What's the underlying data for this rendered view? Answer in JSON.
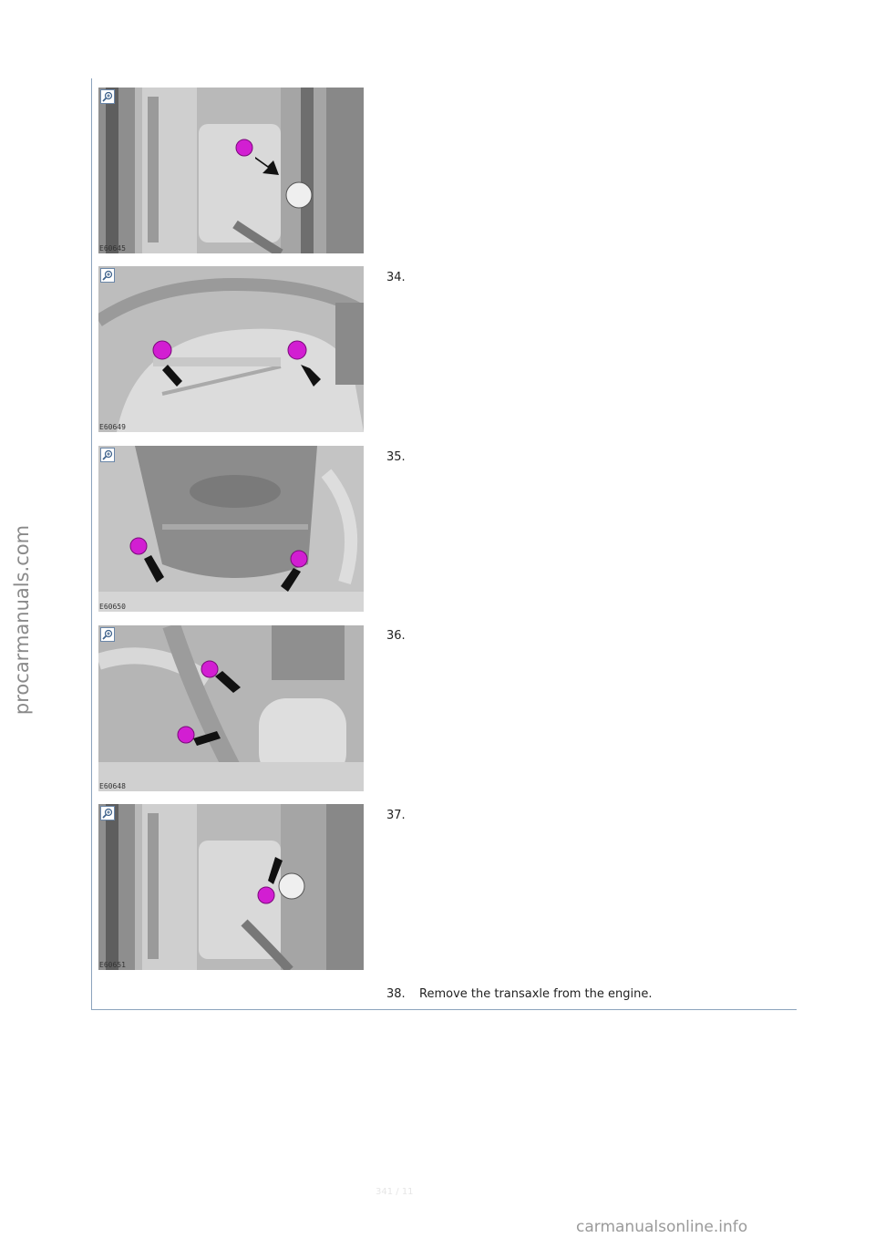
{
  "watermark_side": "procarmanuals.com",
  "watermark_bottom": "carmanualsonline.info",
  "page_number": "341 / 11",
  "figures": [
    {
      "label": "E60645"
    },
    {
      "label": "E60649"
    },
    {
      "label": "E60650"
    },
    {
      "label": "E60648"
    },
    {
      "label": "E60651"
    }
  ],
  "steps": [
    {
      "number": "34.",
      "text": ""
    },
    {
      "number": "35.",
      "text": ""
    },
    {
      "number": "36.",
      "text": ""
    },
    {
      "number": "37.",
      "text": ""
    },
    {
      "number": "38.",
      "text": "Remove the transaxle from the engine."
    }
  ],
  "colors": {
    "rule": "#8ba3bd",
    "highlight": "#d21ed2",
    "arrow": "#111111"
  },
  "icons": {
    "zoom": "zoom-in-icon"
  }
}
